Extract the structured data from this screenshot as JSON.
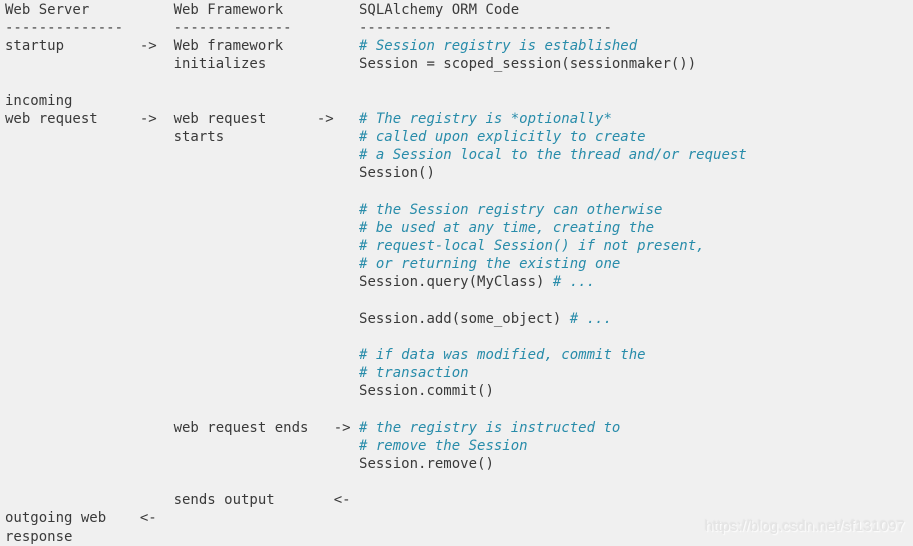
{
  "page": {
    "background_color": "#f0f0f0",
    "text_color": "#3a3a3a",
    "comment_color": "#288caa"
  },
  "code_block": {
    "column_headers": [
      "Web Server",
      "Web Framework",
      "SQLAlchemy ORM Code"
    ],
    "lines": [
      {
        "indent": 0,
        "segs": [
          {
            "type": "plain",
            "text": "Web Server          Web Framework         SQLAlchemy ORM Code"
          }
        ]
      },
      {
        "indent": 0,
        "segs": [
          {
            "type": "plain",
            "text": "--------------      --------------        ------------------------------"
          }
        ]
      },
      {
        "indent": 0,
        "segs": [
          {
            "type": "plain",
            "text": "startup         ->  Web framework         "
          },
          {
            "type": "comment",
            "text": "# Session registry is established"
          }
        ]
      },
      {
        "indent": 20,
        "segs": [
          {
            "type": "plain",
            "text": "initializes           Session = scoped_session(sessionmaker())"
          }
        ]
      },
      {
        "indent": 0,
        "segs": []
      },
      {
        "indent": 0,
        "segs": [
          {
            "type": "plain",
            "text": "incoming"
          }
        ]
      },
      {
        "indent": 0,
        "segs": [
          {
            "type": "plain",
            "text": "web request     ->  web request      ->   "
          },
          {
            "type": "comment",
            "text": "# The registry is *optionally*"
          }
        ]
      },
      {
        "indent": 20,
        "segs": [
          {
            "type": "plain",
            "text": "starts                "
          },
          {
            "type": "comment",
            "text": "# called upon explicitly to create"
          }
        ]
      },
      {
        "indent": 42,
        "segs": [
          {
            "type": "comment",
            "text": "# a Session local to the thread and/or request"
          }
        ]
      },
      {
        "indent": 42,
        "segs": [
          {
            "type": "plain",
            "text": "Session()"
          }
        ]
      },
      {
        "indent": 0,
        "segs": []
      },
      {
        "indent": 42,
        "segs": [
          {
            "type": "comment",
            "text": "# the Session registry can otherwise"
          }
        ]
      },
      {
        "indent": 42,
        "segs": [
          {
            "type": "comment",
            "text": "# be used at any time, creating the"
          }
        ]
      },
      {
        "indent": 42,
        "segs": [
          {
            "type": "comment",
            "text": "# request-local Session() if not present,"
          }
        ]
      },
      {
        "indent": 42,
        "segs": [
          {
            "type": "comment",
            "text": "# or returning the existing one"
          }
        ]
      },
      {
        "indent": 42,
        "segs": [
          {
            "type": "plain",
            "text": "Session.query(MyClass) "
          },
          {
            "type": "comment",
            "text": "# ..."
          }
        ]
      },
      {
        "indent": 0,
        "segs": []
      },
      {
        "indent": 42,
        "segs": [
          {
            "type": "plain",
            "text": "Session.add(some_object) "
          },
          {
            "type": "comment",
            "text": "# ..."
          }
        ]
      },
      {
        "indent": 0,
        "segs": []
      },
      {
        "indent": 42,
        "segs": [
          {
            "type": "comment",
            "text": "# if data was modified, commit the"
          }
        ]
      },
      {
        "indent": 42,
        "segs": [
          {
            "type": "comment",
            "text": "# transaction"
          }
        ]
      },
      {
        "indent": 42,
        "segs": [
          {
            "type": "plain",
            "text": "Session.commit()"
          }
        ]
      },
      {
        "indent": 0,
        "segs": []
      },
      {
        "indent": 20,
        "segs": [
          {
            "type": "plain",
            "text": "web request ends   -> "
          },
          {
            "type": "comment",
            "text": "# the registry is instructed to"
          }
        ]
      },
      {
        "indent": 42,
        "segs": [
          {
            "type": "comment",
            "text": "# remove the Session"
          }
        ]
      },
      {
        "indent": 42,
        "segs": [
          {
            "type": "plain",
            "text": "Session.remove()"
          }
        ]
      },
      {
        "indent": 0,
        "segs": []
      },
      {
        "indent": 20,
        "segs": [
          {
            "type": "plain",
            "text": "sends output       <-"
          }
        ]
      },
      {
        "indent": 0,
        "segs": [
          {
            "type": "plain",
            "text": "outgoing web    <-"
          }
        ]
      },
      {
        "indent": 0,
        "segs": [
          {
            "type": "plain",
            "text": "response"
          }
        ]
      }
    ]
  },
  "watermark": {
    "text": "https://blog.csdn.net/sf131097"
  }
}
